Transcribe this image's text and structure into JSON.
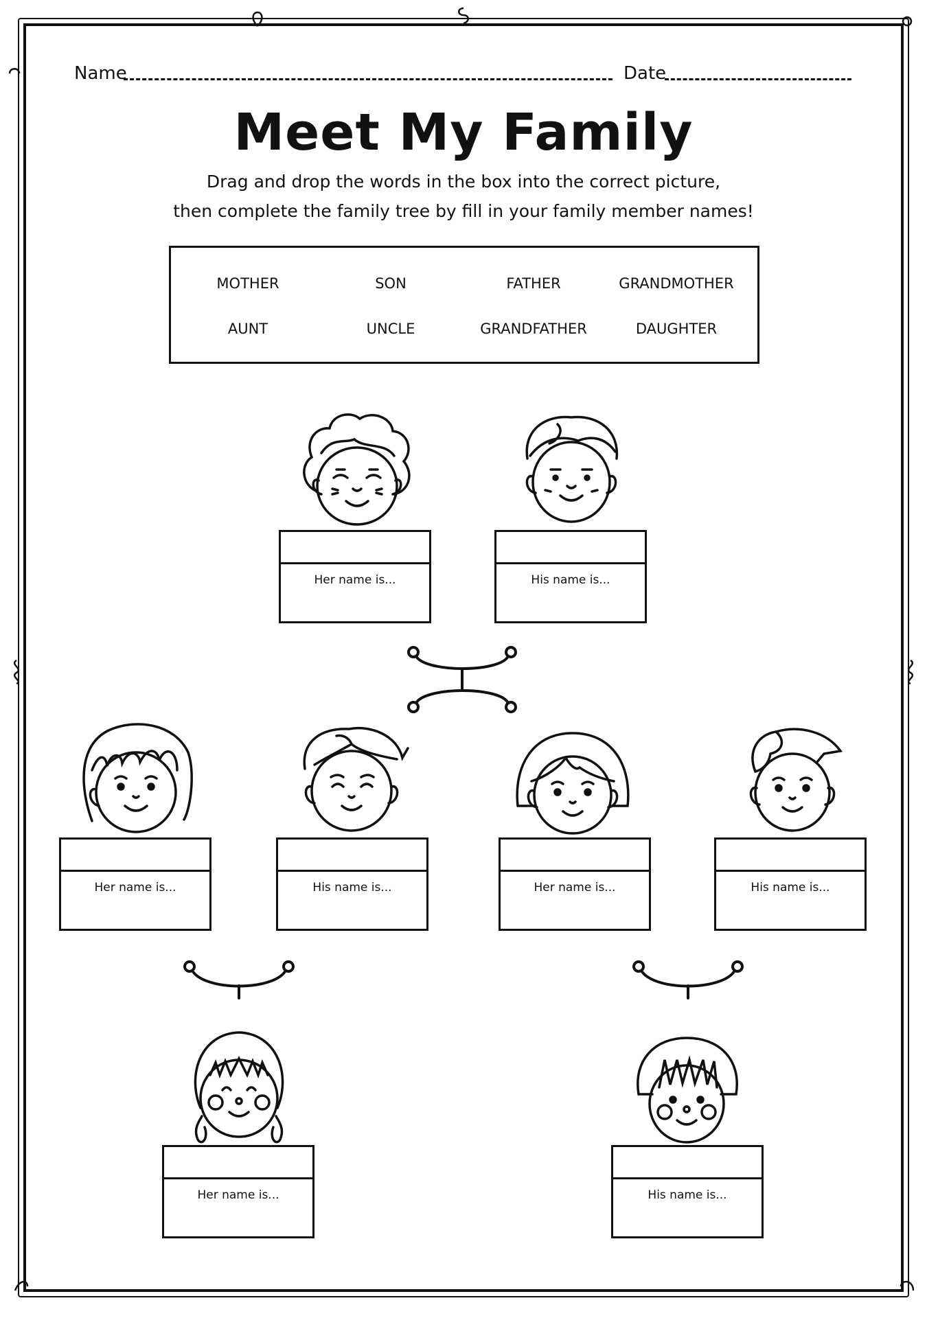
{
  "header": {
    "name_label": "Name",
    "date_label": "Date"
  },
  "title": "Meet My Family",
  "instructions": {
    "line1": "Drag and drop the words in the box into the correct picture,",
    "line2": "then complete the family tree by fill in your family member names!"
  },
  "word_bank": [
    "MOTHER",
    "SON",
    "FATHER",
    "GRANDMOTHER",
    "AUNT",
    "UNCLE",
    "GRANDFATHER",
    "DAUGHTER"
  ],
  "cards": {
    "grandmother": "Her name is...",
    "grandfather": "His name is...",
    "aunt": "Her name is...",
    "uncle": "His name is...",
    "mother": "Her name is...",
    "father": "His name is...",
    "daughter": "Her name is...",
    "son": "His name is..."
  },
  "icons": {
    "grandmother": "grandmother-face-icon",
    "grandfather": "grandfather-face-icon",
    "aunt": "woman-face-icon",
    "uncle": "man-face-icon",
    "mother": "woman-bob-face-icon",
    "father": "man-face-icon",
    "daughter": "girl-face-icon",
    "son": "boy-face-icon"
  }
}
